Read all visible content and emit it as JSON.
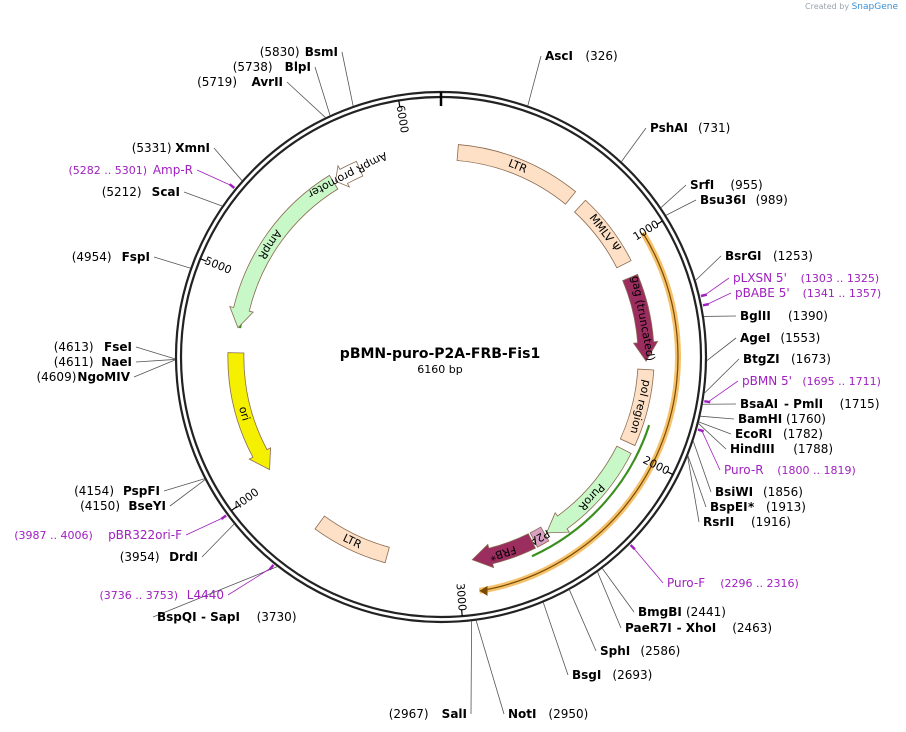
{
  "credit": {
    "prefix": "Created by",
    "brand": "SnapGene"
  },
  "plasmid": {
    "name": "pBMN-puro-P2A-FRB-Fis1",
    "size_label": "6160 bp",
    "length": 6160
  },
  "ticks": [
    {
      "pos": 1000,
      "label": "1000"
    },
    {
      "pos": 2000,
      "label": "2000"
    },
    {
      "pos": 3000,
      "label": "3000"
    },
    {
      "pos": 4000,
      "label": "4000"
    },
    {
      "pos": 5000,
      "label": "5000"
    },
    {
      "pos": 6000,
      "label": "6000"
    }
  ],
  "enzymes": [
    {
      "name": "AscI",
      "pos": 326,
      "pos_label": "(326)"
    },
    {
      "name": "PshAI",
      "pos": 731,
      "pos_label": "(731)"
    },
    {
      "name": "SrfI",
      "pos": 955,
      "pos_label": "(955)"
    },
    {
      "name": "Bsu36I",
      "pos": 989,
      "pos_label": "(989)"
    },
    {
      "name": "BsrGI",
      "pos": 1253,
      "pos_label": "(1253)"
    },
    {
      "name": "BglII",
      "pos": 1390,
      "pos_label": "(1390)"
    },
    {
      "name": "AgeI",
      "pos": 1553,
      "pos_label": "(1553)"
    },
    {
      "name": "BtgZI",
      "pos": 1673,
      "pos_label": "(1673)"
    },
    {
      "name": "BsaAI",
      "name2": "PmlI",
      "pos": 1715,
      "pos_label": "(1715)"
    },
    {
      "name": "BamHI",
      "pos": 1760,
      "pos_label": "(1760)"
    },
    {
      "name": "EcoRI",
      "pos": 1782,
      "pos_label": "(1782)"
    },
    {
      "name": "HindIII",
      "pos": 1788,
      "pos_label": "(1788)"
    },
    {
      "name": "BsiWI",
      "pos": 1856,
      "pos_label": "(1856)"
    },
    {
      "name": "BspEI",
      "star": "*",
      "pos": 1913,
      "pos_label": "(1913)"
    },
    {
      "name": "RsrII",
      "pos": 1916,
      "pos_label": "(1916)"
    },
    {
      "name": "BmgBI",
      "pos": 2441,
      "pos_label": "(2441)"
    },
    {
      "name": "PaeR7I",
      "name2": "XhoI",
      "pos": 2463,
      "pos_label": "(2463)"
    },
    {
      "name": "SphI",
      "pos": 2586,
      "pos_label": "(2586)"
    },
    {
      "name": "BsgI",
      "pos": 2693,
      "pos_label": "(2693)"
    },
    {
      "name": "NotI",
      "pos": 2950,
      "pos_label": "(2950)"
    },
    {
      "name": "SalI",
      "pos": 2967,
      "pos_label": "(2967)"
    },
    {
      "name": "BspQI",
      "name2": "SapI",
      "pos": 3730,
      "pos_label": "(3730)"
    },
    {
      "name": "DrdI",
      "pos": 3954,
      "pos_label": "(3954)"
    },
    {
      "name": "BseYI",
      "pos": 4150,
      "pos_label": "(4150)"
    },
    {
      "name": "PspFI",
      "pos": 4154,
      "pos_label": "(4154)"
    },
    {
      "name": "NgoMIV",
      "pos": 4609,
      "pos_label": "(4609)"
    },
    {
      "name": "NaeI",
      "pos": 4611,
      "pos_label": "(4611)"
    },
    {
      "name": "FseI",
      "pos": 4613,
      "pos_label": "(4613)"
    },
    {
      "name": "FspI",
      "pos": 4954,
      "pos_label": "(4954)"
    },
    {
      "name": "ScaI",
      "pos": 5212,
      "pos_label": "(5212)"
    },
    {
      "name": "XmnI",
      "pos": 5331,
      "pos_label": "(5331)"
    },
    {
      "name": "AvrII",
      "pos": 5719,
      "pos_label": "(5719)"
    },
    {
      "name": "BlpI",
      "pos": 5738,
      "pos_label": "(5738)"
    },
    {
      "name": "BsmI",
      "pos": 5830,
      "pos_label": "(5830)"
    }
  ],
  "primers": [
    {
      "name": "pLXSN 5'",
      "range": "(1303 .. 1325)",
      "pos": 1314
    },
    {
      "name": "pBABE 5'",
      "range": "(1341 .. 1357)",
      "pos": 1349
    },
    {
      "name": "pBMN 5'",
      "range": "(1695 .. 1711)",
      "pos": 1703
    },
    {
      "name": "Puro-R",
      "range": "(1800 .. 1819)",
      "pos": 1810
    },
    {
      "name": "Puro-F",
      "range": "(2296 .. 2316)",
      "pos": 2306
    },
    {
      "name": "L4440",
      "range": "(3736 .. 3753)",
      "pos": 3745
    },
    {
      "name": "pBR322ori-F",
      "range": "(3987 .. 4006)",
      "pos": 3997
    },
    {
      "name": "Amp-R",
      "range": "(5282 .. 5301)",
      "pos": 5292
    }
  ],
  "features": [
    {
      "name": "LTR",
      "color": "#fde0c5",
      "start": 80,
      "end": 670,
      "ring": 0.78,
      "dir": "none"
    },
    {
      "name": "MMLV Ψ",
      "color": "#fde0c5",
      "start": 730,
      "end": 1080,
      "ring": 0.78,
      "dir": "none"
    },
    {
      "name": "gag (truncated)",
      "color": "#9b2d5f",
      "start": 1150,
      "end": 1560,
      "ring": 0.78,
      "dir": "cw"
    },
    {
      "name": "pol region",
      "color": "#fde0c5",
      "start": 1600,
      "end": 1960,
      "ring": 0.78,
      "dir": "none"
    },
    {
      "name": "PuroR",
      "color": "#c8f7c8",
      "start": 2000,
      "end": 2550,
      "ring": 0.78,
      "dir": "cw"
    },
    {
      "name": "P2A",
      "color": "#d9a0c4",
      "start": 2560,
      "end": 2620,
      "ring": 0.78,
      "dir": "none"
    },
    {
      "name": "FRB*",
      "color": "#9b2d5f",
      "start": 2630,
      "end": 2930,
      "ring": 0.78,
      "dir": "cw"
    },
    {
      "name": "LTR",
      "color": "#fde0c5",
      "start": 3340,
      "end": 3700,
      "ring": 0.78,
      "dir": "none"
    },
    {
      "name": "ori",
      "color": "#f5f000",
      "start": 4050,
      "end": 4640,
      "ring": 0.78,
      "dir": "ccw"
    },
    {
      "name": "AmpR",
      "color": "#c8f7c8",
      "start": 4760,
      "end": 5620,
      "ring": 0.78,
      "dir": "ccw"
    },
    {
      "name": "AmpR promoter",
      "color": "#ffffff",
      "start": 5630,
      "end": 5760,
      "ring": 0.78,
      "dir": "ccw"
    }
  ],
  "colors": {
    "backbone": "#222222",
    "orange_track": "#f5c16a",
    "green_track": "#3a8f1e",
    "primer": "#a020c0"
  }
}
